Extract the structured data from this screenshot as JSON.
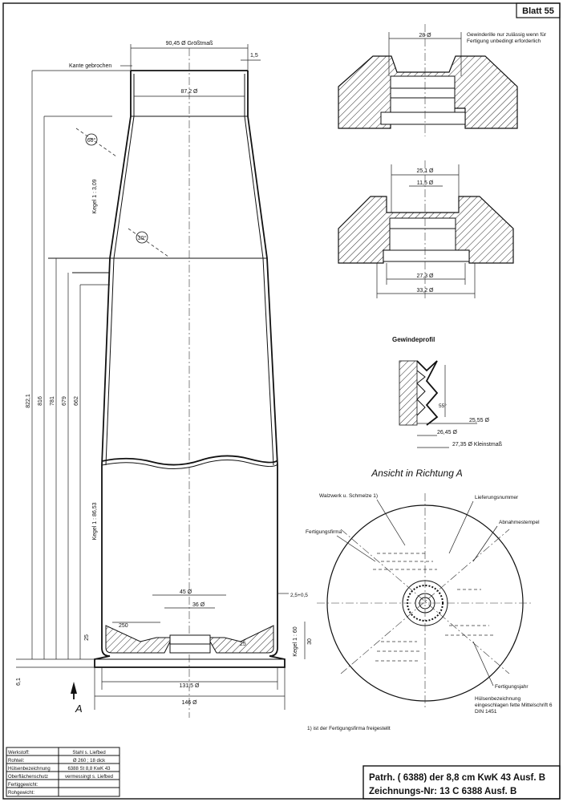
{
  "sheet_label": "Blatt 55",
  "title": {
    "line1": "Patrh. ( 6388) der 8,8 cm KwK 43 Ausf. B",
    "line2": "Zeichnungs-Nr: 13 C 6388 Ausf. B"
  },
  "info_table": [
    {
      "label": "Werkstoff:",
      "value": "Stahl s. Liefbed"
    },
    {
      "label": "Rohteil:",
      "value": "Ø 260 ; 18 dick"
    },
    {
      "label": "Hülsenbezeichnung",
      "value": "6388 St 8,8 KwK 43"
    },
    {
      "label": "Oberflächenschutz",
      "value": "vermessingt s. Liefbed"
    },
    {
      "label": "Fertiggewicht:",
      "value": ""
    },
    {
      "label": "Rohgewicht:",
      "value": ""
    }
  ],
  "main_view": {
    "top_dim": "90,45 Ø Größtmaß",
    "top_right_dim": "1,5",
    "edge_note": "Kante gebrochen",
    "neck_dim": "87,2 Ø",
    "cone1": "Kegel 1 : 3,09",
    "cone2": "Kegel 1 : 86,53",
    "cone3": "Kegel 1 : 60",
    "angle1": "60°",
    "angle2": "30°",
    "lengths": [
      "822,1",
      "816",
      "781",
      "679",
      "662"
    ],
    "base_dim_45": "45 Ø",
    "base_dim_36": "36 Ø",
    "base_dim_25a": "25",
    "base_dim_25b": "25",
    "base_dim_30": "30",
    "base_dim_250": "250",
    "base_dim_small": "2,5+0,5",
    "base_dim_61": "6,1",
    "rim_dim": "131,5 Ø",
    "base_dia": "146 Ø",
    "arrow_label": "A"
  },
  "detail_top": {
    "dim": "28 Ø",
    "note": "Gewinderille nur zulässig wenn für Fertigung unbedingt erforderlich"
  },
  "detail_mid": {
    "dim_top1": "25,1 Ø",
    "dim_top2": "11,5 Ø",
    "dim_bot1": "27,3 Ø",
    "dim_bot2": "33,2 Ø"
  },
  "thread_profile": {
    "title": "Gewindeprofil",
    "angle": "55°",
    "dims": [
      "25,55 Ø",
      "26,45 Ø",
      "27,35 Ø Kleinstmaß"
    ]
  },
  "view_a": {
    "title": "Ansicht in Richtung A",
    "labels": {
      "walzwerk": "Walzwerk u. Schmelze 1)",
      "lieferungsnummer": "Lieferungsnummer",
      "abnahmestempel": "Abnahmestempel",
      "fertigungsfirma": "Fertigungsfirma",
      "fertigungsjahr": "Fertigungsjahr",
      "huelsen_note": "Hülsenbezeichnung eingeschlagen fette Mittelschrift 6 DIN 1451",
      "footnote": "1) ist der Fertigungsfirma freigestellt"
    }
  }
}
